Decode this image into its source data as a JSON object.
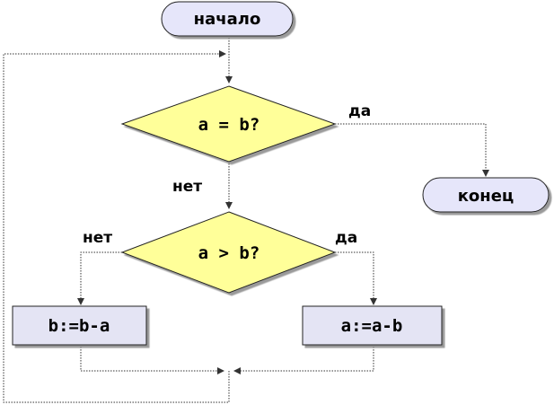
{
  "flowchart": {
    "start": "начало",
    "end": "конец",
    "condition_equal": "a = b?",
    "condition_greater": "a > b?",
    "step_left": "b:=b-a",
    "step_right": "a:=a-b",
    "label_yes_top": "да",
    "label_no_top": "нет",
    "label_no_left": "нет",
    "label_yes_right": "да"
  },
  "colors": {
    "terminal_fill": "#e6e6fa",
    "decision_fill": "#ffff99",
    "process_fill": "#e4e4f4",
    "stroke": "#222222"
  }
}
